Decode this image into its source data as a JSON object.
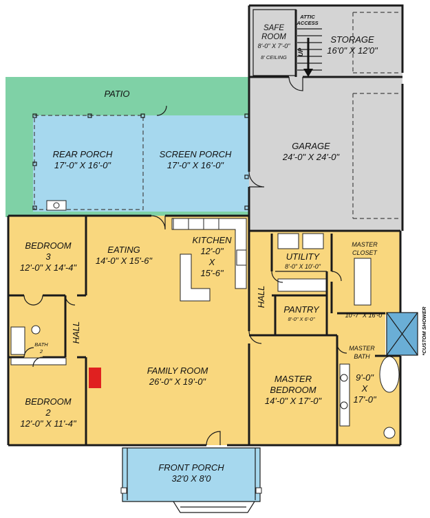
{
  "colors": {
    "patio": "#7fd1a6",
    "porch": "#a6d8ee",
    "living": "#f9d77e",
    "garage": "#d4d4d4",
    "fireplace": "#e02020",
    "shower": "#6aaed6"
  },
  "rooms": {
    "patio": {
      "name": "PATIO"
    },
    "rear_porch": {
      "name": "REAR PORCH",
      "dims": "17'-0\" X 16'-0\""
    },
    "screen_porch": {
      "name": "SCREEN PORCH",
      "dims": "17'-0\" X 16'-0\""
    },
    "safe_room": {
      "name1": "SAFE",
      "name2": "ROOM",
      "dims": "8'-0\" X 7'-0\"",
      "note": "8' CEILING"
    },
    "attic_access": {
      "line1": "ATTIC",
      "line2": "ACCESS",
      "up": "UP"
    },
    "storage": {
      "name": "STORAGE",
      "dims": "16'0\" X 12'0\""
    },
    "garage": {
      "name": "GARAGE",
      "dims": "24'-0\" X 24'-0\""
    },
    "bedroom3": {
      "name1": "BEDROOM",
      "name2": "3",
      "dims": "12'-0\" X 14'-4\""
    },
    "eating": {
      "name": "EATING",
      "dims": "14'-0\" X 15'-6\""
    },
    "kitchen": {
      "name": "KITCHEN",
      "dim1": "12'-0\"",
      "x": "X",
      "dim2": "15'-6\""
    },
    "utility": {
      "name": "UTILITY",
      "dims": "8'-0\" X 10'-0\""
    },
    "master_closet": {
      "name1": "MASTER",
      "name2": "CLOSET",
      "dims": "10'-7\" X 16'-0\""
    },
    "hall_center": {
      "name": "HALL"
    },
    "pantry": {
      "name": "PANTRY",
      "dims": "8'-0\" X 6'-0\""
    },
    "custom_shower": {
      "name": "*CUSTOM SHOWER"
    },
    "hall_left": {
      "name": "HALL"
    },
    "bath2": {
      "name1": "BATH",
      "name2": "2"
    },
    "master_bath": {
      "name1": "MASTER",
      "name2": "BATH",
      "dim1": "9'-0\"",
      "x": "X",
      "dim2": "17'-0\""
    },
    "family_room": {
      "name": "FAMILY ROOM",
      "dims": "26'-0\" X 19'-0\""
    },
    "master_bedroom": {
      "name1": "MASTER",
      "name2": "BEDROOM",
      "dims": "14'-0\" X 17'-0\""
    },
    "bedroom2": {
      "name1": "BEDROOM",
      "name2": "2",
      "dims": "12'-0\" X 11'-4\""
    },
    "front_porch": {
      "name": "FRONT PORCH",
      "dims": "32'0 X 8'0"
    }
  }
}
